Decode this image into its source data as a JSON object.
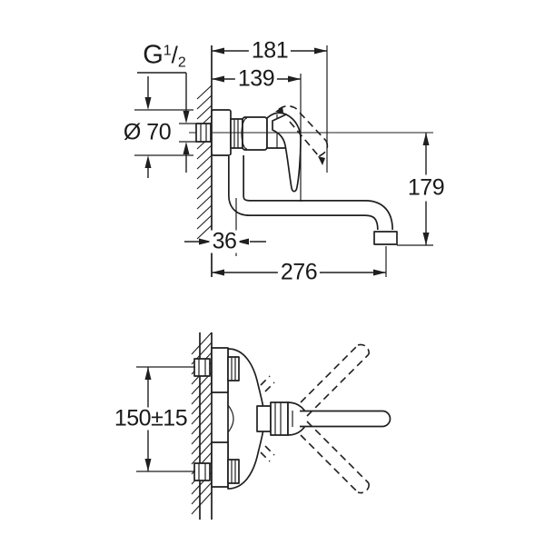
{
  "drawing": {
    "ink_color": "#1f1f1f",
    "background_color": "#ffffff",
    "dimension_labels": {
      "total_projection": "181",
      "body_projection": "139",
      "escutcheon_diameter": "Ø 70",
      "spout_offset_from_wall": "36",
      "spout_reach": "276",
      "spout_height_drop": "179",
      "inlet_center_distance": "150±15",
      "thread": {
        "base": "G",
        "numerator": "1",
        "fraction_slash": "/",
        "denominator": "2"
      }
    }
  }
}
